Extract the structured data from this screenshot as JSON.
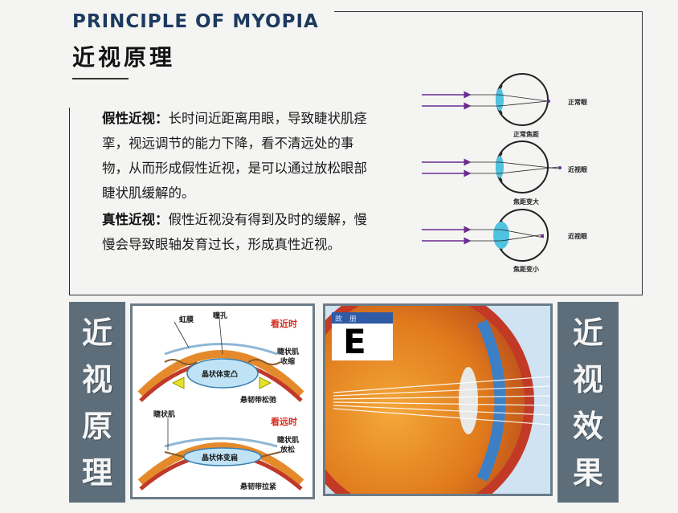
{
  "header": {
    "title_en": "PRINCIPLE OF MYOPIA",
    "title_cn": "近视原理"
  },
  "body": {
    "para1_label": "假性近视：",
    "para1_text": "长时间近距离用眼，导致睫状肌痉挛，视远调节的能力下降，看不清远处的事物，从而形成假性近视，是可以通过放松眼部睫状肌缓解的。",
    "para2_label": "真性近视：",
    "para2_text": "假性近视没有得到及时的缓解，慢慢会导致眼轴发育过长，形成真性近视。"
  },
  "eye_diagram": {
    "eye1_label": "正常眼",
    "eye1_caption": "正常焦距",
    "eye2_label": "近视眼",
    "eye2_caption": "焦距变大",
    "eye3_label": "近视眼",
    "eye3_caption": "焦距变小"
  },
  "left_panel": {
    "chars": [
      "近",
      "视",
      "原",
      "理"
    ]
  },
  "right_panel": {
    "chars": [
      "近",
      "视",
      "效",
      "果"
    ]
  },
  "principle_diagram": {
    "iris": "虹膜",
    "pupil": "瞳孔",
    "look_near": "看近时",
    "ciliary_contract_1": "睫状肌",
    "ciliary_contract_2": "收缩",
    "lens_convex": "晶状体变凸",
    "zonule_relax": "悬韧带松弛",
    "ciliary_muscle": "睫状肌",
    "look_far": "看远时",
    "ciliary_relax_1": "睫状肌",
    "ciliary_relax_2": "放松",
    "lens_flat": "晶状体变扁",
    "zonule_tight": "悬韧带拉紧"
  },
  "effect_image": {
    "card_caption": "故 册",
    "letter": "E"
  },
  "colors": {
    "title_blue": "#1d3a5f",
    "panel_gray": "#5d6e7a",
    "red_label": "#d62a1e",
    "lens_cyan": "#4fc3e0",
    "ray_purple": "#6a2c91"
  }
}
